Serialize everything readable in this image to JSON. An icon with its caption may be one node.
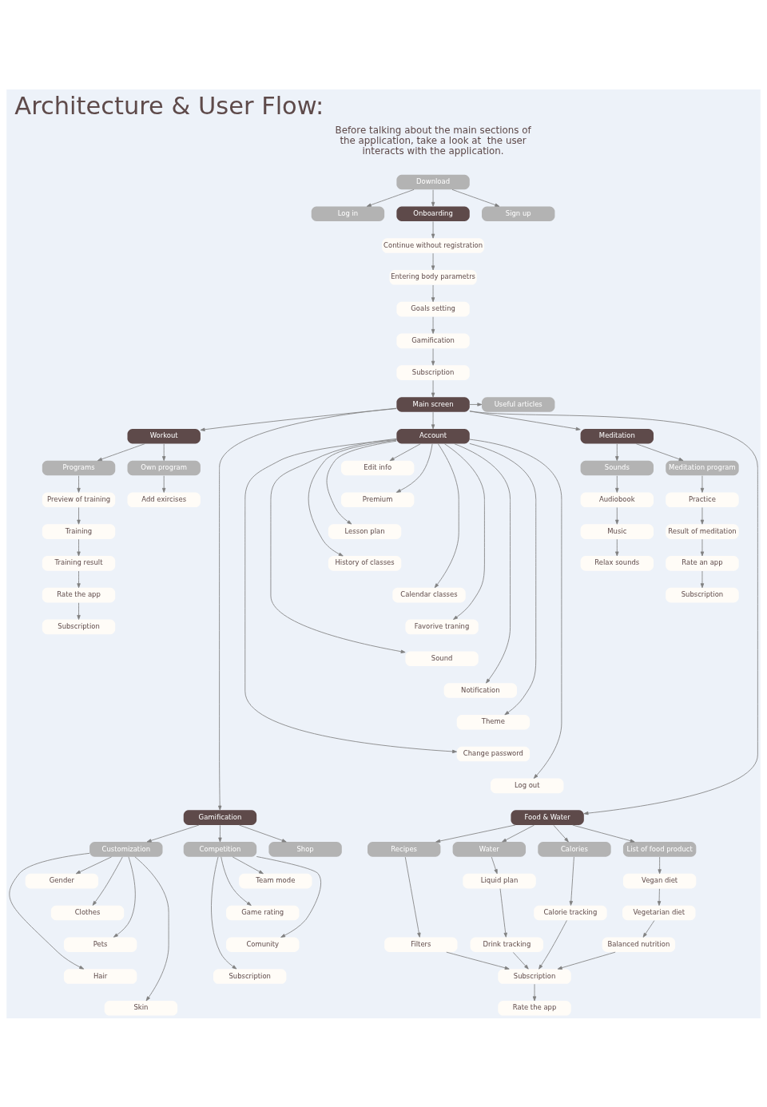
{
  "diagram": {
    "title": "Architecture & User Flow:",
    "nodes": [
      {
        "text": [
          "Download"
        ]
      },
      {
        "text": [
          "Log in"
        ]
      },
      {
        "text": [
          "Onboarding"
        ]
      },
      {
        "text": [
          "Sign up"
        ]
      },
      {
        "text": [
          "Continue without registration"
        ]
      },
      {
        "text": [
          "Entering body parametrs"
        ]
      },
      {
        "text": [
          "Goals setting"
        ]
      },
      {
        "text": [
          "Gamification"
        ]
      },
      {
        "text": [
          "Subscription"
        ]
      },
      {
        "text": [
          "Main screen"
        ]
      },
      {
        "text": [
          "Useful articles"
        ]
      },
      {
        "text": [
          "Workout"
        ]
      },
      {
        "text": [
          "Account"
        ]
      },
      {
        "text": [
          "Meditation"
        ]
      },
      {
        "text": [
          "Own program"
        ]
      },
      {
        "text": [
          "Programs"
        ]
      },
      {
        "text": [
          "Add exircises"
        ]
      },
      {
        "text": [
          "Preview of training"
        ]
      },
      {
        "text": [
          "Training"
        ]
      },
      {
        "text": [
          "Training result"
        ]
      },
      {
        "text": [
          "Rate the app"
        ]
      },
      {
        "text": [
          "Subscription"
        ]
      },
      {
        "text": [
          "Edit info"
        ]
      },
      {
        "text": [
          "Premium"
        ]
      },
      {
        "text": [
          "Lesson plan"
        ]
      },
      {
        "text": [
          "History of classes"
        ]
      },
      {
        "text": [
          "Calendar classes"
        ]
      },
      {
        "text": [
          "Favorive traning"
        ]
      },
      {
        "text": [
          "Sound"
        ]
      },
      {
        "text": [
          "Notification"
        ]
      },
      {
        "text": [
          "Theme"
        ]
      },
      {
        "text": [
          "Change password"
        ]
      },
      {
        "text": [
          "Log out"
        ]
      },
      {
        "text": [
          "Meditation program"
        ]
      },
      {
        "text": [
          "Sounds"
        ]
      },
      {
        "text": [
          "Practice"
        ]
      },
      {
        "text": [
          "Result of meditation"
        ]
      },
      {
        "text": [
          "Rate an app"
        ]
      },
      {
        "text": [
          "Subscription"
        ]
      },
      {
        "text": [
          "Audiobook"
        ]
      },
      {
        "text": [
          "Music"
        ]
      },
      {
        "text": [
          "Relax sounds"
        ]
      },
      {
        "text": [
          "Gamification"
        ]
      },
      {
        "text": [
          "Food & Water"
        ]
      },
      {
        "text": [
          "Shop"
        ]
      },
      {
        "text": [
          "Customization"
        ]
      },
      {
        "text": [
          "Competition"
        ]
      },
      {
        "text": [
          "Gender"
        ]
      },
      {
        "text": [
          "Clothes"
        ]
      },
      {
        "text": [
          "Pets"
        ]
      },
      {
        "text": [
          "Hair"
        ]
      },
      {
        "text": [
          "Skin"
        ]
      },
      {
        "text": [
          "Team mode"
        ]
      },
      {
        "text": [
          "Game rating"
        ]
      },
      {
        "text": [
          "Comunity"
        ]
      },
      {
        "text": [
          "Subscription"
        ]
      },
      {
        "text": [
          "Recipes"
        ]
      },
      {
        "text": [
          "Water"
        ]
      },
      {
        "text": [
          "Calories"
        ]
      },
      {
        "text": [
          "List of food product"
        ]
      },
      {
        "text": [
          "Filters"
        ]
      },
      {
        "text": [
          "Liquid plan"
        ]
      },
      {
        "text": [
          "Calorie tracking"
        ]
      },
      {
        "text": [
          "Vegan diet"
        ]
      },
      {
        "text": [
          "Drink tracking"
        ]
      },
      {
        "text": [
          "Vegetarian diet"
        ]
      },
      {
        "text": [
          "Balanced nutrition"
        ]
      },
      {
        "text": [
          "Subscription"
        ]
      },
      {
        "text": [
          "Rate the app"
        ]
      }
    ],
    "edges": [
      {
        "from": 0,
        "to": 1,
        "arrow": "to"
      },
      {
        "from": 0,
        "to": 2,
        "arrow": "to"
      },
      {
        "from": 0,
        "to": 3,
        "arrow": "to"
      },
      {
        "from": 2,
        "to": 4,
        "arrow": "to"
      },
      {
        "from": 4,
        "to": 5,
        "arrow": "to"
      },
      {
        "from": 5,
        "to": 6,
        "arrow": "to"
      },
      {
        "from": 6,
        "to": 7,
        "arrow": "to"
      },
      {
        "from": 7,
        "to": 8,
        "arrow": "to"
      },
      {
        "from": 8,
        "to": 9,
        "arrow": "to"
      },
      {
        "from": 9,
        "to": 10,
        "arrow": "to"
      },
      {
        "from": 9,
        "to": 11,
        "arrow": "to"
      },
      {
        "from": 9,
        "to": 12,
        "arrow": "to"
      },
      {
        "from": 9,
        "to": 13,
        "arrow": "to"
      },
      {
        "from": 11,
        "to": 14,
        "arrow": "to"
      },
      {
        "from": 11,
        "to": 15,
        "arrow": "to"
      },
      {
        "from": 14,
        "to": 16,
        "arrow": "to"
      },
      {
        "from": 15,
        "to": 17,
        "arrow": "to"
      },
      {
        "from": 17,
        "to": 18,
        "arrow": "to"
      },
      {
        "from": 18,
        "to": 19,
        "arrow": "to"
      },
      {
        "from": 19,
        "to": 20,
        "arrow": "to"
      },
      {
        "from": 20,
        "to": 21,
        "arrow": "to"
      },
      {
        "from": 12,
        "to": 22,
        "arrow": "to"
      },
      {
        "from": 12,
        "to": 23,
        "arrow": "to"
      },
      {
        "from": 12,
        "to": 24,
        "arrow": "to"
      },
      {
        "from": 12,
        "to": 25,
        "arrow": "to"
      },
      {
        "from": 12,
        "to": 26,
        "arrow": "to"
      },
      {
        "from": 12,
        "to": 27,
        "arrow": "to"
      },
      {
        "from": 12,
        "to": 28,
        "arrow": "to"
      },
      {
        "from": 12,
        "to": 29,
        "arrow": "to"
      },
      {
        "from": 12,
        "to": 30,
        "arrow": "to"
      },
      {
        "from": 12,
        "to": 31,
        "arrow": "to"
      },
      {
        "from": 12,
        "to": 32,
        "arrow": "to"
      },
      {
        "from": 13,
        "to": 33,
        "arrow": "to"
      },
      {
        "from": 13,
        "to": 34,
        "arrow": "to"
      },
      {
        "from": 33,
        "to": 35,
        "arrow": "to"
      },
      {
        "from": 35,
        "to": 36,
        "arrow": "to"
      },
      {
        "from": 36,
        "to": 37,
        "arrow": "to"
      },
      {
        "from": 37,
        "to": 38,
        "arrow": "to"
      },
      {
        "from": 34,
        "to": 39,
        "arrow": "to"
      },
      {
        "from": 39,
        "to": 40,
        "arrow": "to"
      },
      {
        "from": 40,
        "to": 41,
        "arrow": "to"
      },
      {
        "from": 9,
        "to": 42,
        "arrow": "to"
      },
      {
        "from": 9,
        "to": 43,
        "arrow": "to"
      },
      {
        "from": 42,
        "to": 44,
        "arrow": "to"
      },
      {
        "from": 42,
        "to": 45,
        "arrow": "to"
      },
      {
        "from": 42,
        "to": 46,
        "arrow": "to"
      },
      {
        "from": 45,
        "to": 47,
        "arrow": "to"
      },
      {
        "from": 45,
        "to": 48,
        "arrow": "to"
      },
      {
        "from": 45,
        "to": 49,
        "arrow": "to"
      },
      {
        "from": 45,
        "to": 50,
        "arrow": "to"
      },
      {
        "from": 45,
        "to": 51,
        "arrow": "to"
      },
      {
        "from": 46,
        "to": 52,
        "arrow": "to"
      },
      {
        "from": 46,
        "to": 53,
        "arrow": "to"
      },
      {
        "from": 46,
        "to": 54,
        "arrow": "to"
      },
      {
        "from": 46,
        "to": 55,
        "arrow": "to"
      },
      {
        "from": 43,
        "to": 56,
        "arrow": "to"
      },
      {
        "from": 43,
        "to": 57,
        "arrow": "to"
      },
      {
        "from": 43,
        "to": 58,
        "arrow": "to"
      },
      {
        "from": 43,
        "to": 59,
        "arrow": "to"
      },
      {
        "from": 56,
        "to": 60,
        "arrow": "to"
      },
      {
        "from": 57,
        "to": 61,
        "arrow": "to"
      },
      {
        "from": 58,
        "to": 62,
        "arrow": "to"
      },
      {
        "from": 59,
        "to": 63,
        "arrow": "to"
      },
      {
        "from": 61,
        "to": 64,
        "arrow": "to"
      },
      {
        "from": 63,
        "to": 65,
        "arrow": "to"
      },
      {
        "from": 65,
        "to": 66,
        "arrow": "to"
      },
      {
        "from": 60,
        "to": 67,
        "arrow": "to"
      },
      {
        "from": 62,
        "to": 67,
        "arrow": "to"
      },
      {
        "from": 64,
        "to": 67,
        "arrow": "to"
      },
      {
        "from": 66,
        "to": 67,
        "arrow": "to"
      },
      {
        "from": 67,
        "to": 68,
        "arrow": "to"
      }
    ],
    "labels": [
      "Before talking about the main sections of the application, take a look at  the user interacts with the application."
    ]
  }
}
